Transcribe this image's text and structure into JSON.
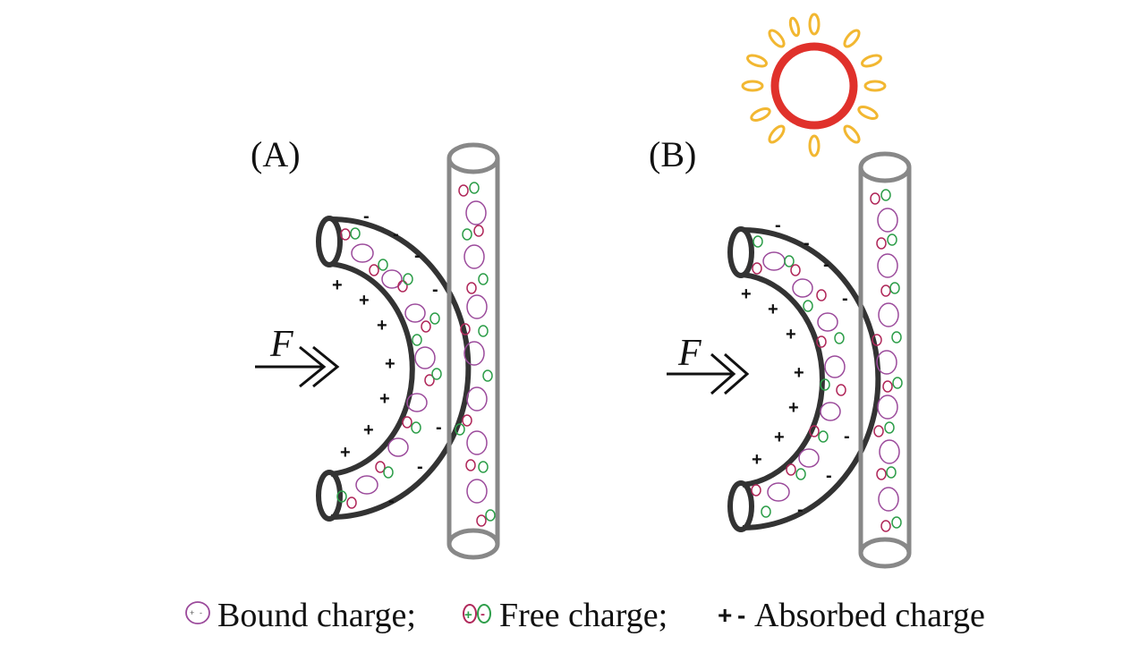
{
  "panels": [
    {
      "label": "(A)",
      "force": "F",
      "illuminated": false
    },
    {
      "label": "(B)",
      "force": "F",
      "illuminated": true
    }
  ],
  "legend": {
    "bound_charge": "Bound charge;",
    "free_charge": "Free  charge;",
    "absorbed_charge": "Absorbed charge"
  },
  "colors": {
    "tube_stroke": "#333333",
    "rod_stroke": "#888888",
    "bound_charge": "#9b4a9b",
    "free_charge_pos": "#b0285a",
    "free_charge_neg": "#2e9e4a",
    "sun_core": "#e0312b",
    "sun_rays": "#f2b731"
  },
  "icons": [
    "sun-icon",
    "force-arrow-icon",
    "bound-charge-icon",
    "free-charge-icon",
    "absorbed-charge-icon"
  ]
}
